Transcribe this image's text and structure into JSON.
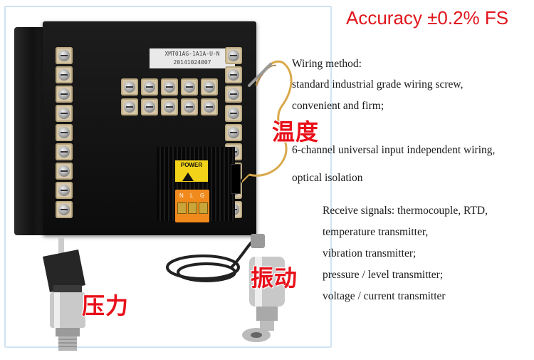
{
  "headline": "Accuracy ±0.2% FS",
  "sticker": {
    "model": "XMT01AG-1A1A-U-N",
    "serial": "20141024007"
  },
  "power_label": "POWER",
  "plug_labels": [
    "N",
    "L",
    "G"
  ],
  "labels_cn": {
    "temperature": "温度",
    "pressure": "压力",
    "vibration": "振动"
  },
  "description": {
    "wiring": [
      "Wiring method:",
      "standard industrial grade wiring screw,",
      "convenient and firm;",
      "6-channel universal input independent wiring,",
      "optical isolation"
    ],
    "signals": [
      "Receive signals: thermocouple, RTD,",
      "temperature transmitter,",
      "vibration transmitter;",
      "pressure / level transmitter;",
      "voltage / current transmitter"
    ]
  },
  "colors": {
    "accent_red": "#e0161c",
    "text": "#1a1a1a",
    "frame": "#cfe3f3"
  }
}
